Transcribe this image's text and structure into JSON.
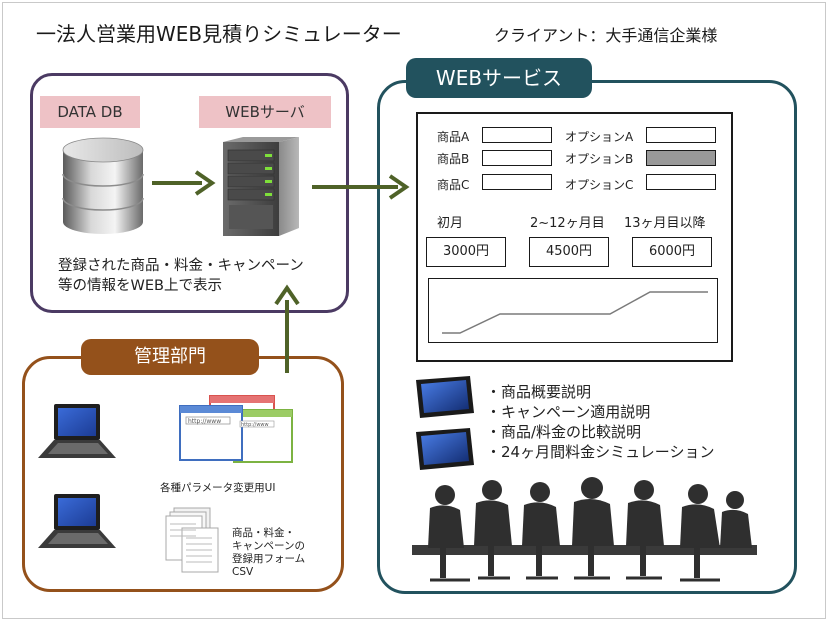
{
  "title": "一法人営業用WEB見積りシミュレーター",
  "client": "クライアント：大手通信企業様",
  "data_panel": {
    "db_label": "DATA DB",
    "server_label": "WEBサーバ",
    "description_line1": "登録された商品・料金・キャンペーン",
    "description_line2": "等の情報をWEB上で表示"
  },
  "web_panel": {
    "tab_label": "WEBサービス",
    "form": {
      "products": [
        "商品A",
        "商品B",
        "商品C"
      ],
      "options": [
        "オプションA",
        "オプションB",
        "オプションC"
      ]
    },
    "pricing": [
      {
        "period": "初月",
        "price": "3000円"
      },
      {
        "period": "2~12ヶ月目",
        "price": "4500円"
      },
      {
        "period": "13ヶ月目以降",
        "price": "6000円"
      }
    ],
    "bullets": [
      "・商品概要説明",
      "・キャンペーン適用説明",
      "・商品/料金の比較説明",
      "・24ヶ月間料金シミュレーション"
    ]
  },
  "admin_panel": {
    "tab_label": "管理部門",
    "browser_url": "http://www",
    "param_ui_label": "各種パラメータ変更用UI",
    "form_label_lines": [
      "商品・料金・",
      "キャンペーンの",
      "登録用フォーム",
      "CSV"
    ]
  },
  "colors": {
    "data_panel_border": "#4b3a63",
    "web_panel": "#22525e",
    "admin_panel": "#94511b",
    "label_pink": "#eec2c6",
    "arrow_green": "#4f6228"
  }
}
